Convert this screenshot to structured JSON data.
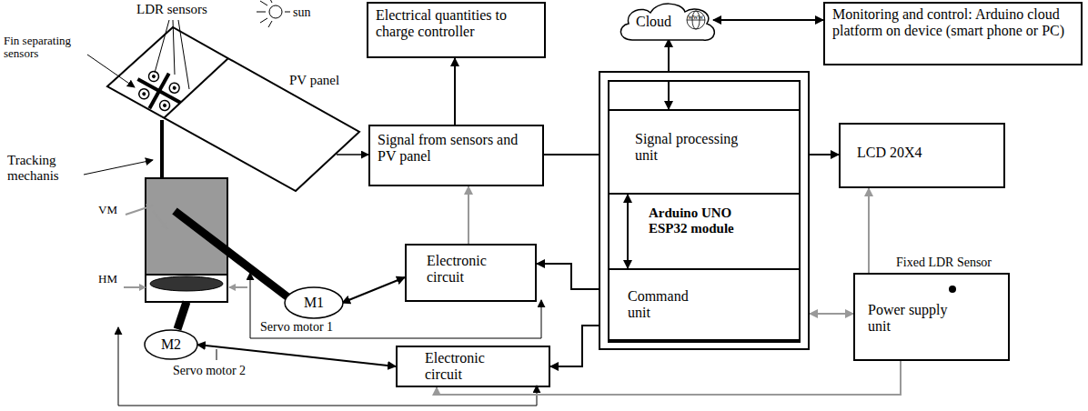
{
  "diagram": {
    "nodes": [
      {
        "text": [
          "Electrical quantities to charge controller"
        ]
      },
      {
        "text": [
          "Signal from sensors and PV panel"
        ]
      },
      {
        "text": [
          "Cloud"
        ]
      },
      {
        "text": [
          "Monitoring and control: Arduino cloud platform on device (smart phone or PC)"
        ]
      },
      {
        "text": [
          "Arduino UNO ESP32 module"
        ]
      },
      {
        "text": [
          "Signal processing unit"
        ],
        "in": 4
      },
      {
        "text": [
          "Command unit"
        ],
        "in": 4
      },
      {
        "text": [
          "LCD 20X4"
        ]
      },
      {
        "text": [
          "Electronic circuit"
        ]
      },
      {
        "text": [
          "Electronic circuit"
        ]
      },
      {
        "text": [
          "Power supply unit"
        ]
      },
      {
        "text": [
          "M1"
        ]
      },
      {
        "text": [
          "M2"
        ]
      }
    ],
    "edges": [
      {
        "from": 1,
        "to": 0,
        "arrow": "to"
      },
      {
        "from": 1,
        "to": 5,
        "arrow": "to"
      },
      {
        "from": 5,
        "to": 2,
        "arrow": "both"
      },
      {
        "from": 2,
        "to": 3,
        "arrow": "both"
      },
      {
        "from": 5,
        "to": 7,
        "arrow": "to"
      },
      {
        "from": 5,
        "to": 6,
        "arrow": "both"
      },
      {
        "from": 6,
        "to": 8,
        "arrow": "to"
      },
      {
        "from": 6,
        "to": 9,
        "arrow": "to"
      },
      {
        "from": 8,
        "to": 11,
        "arrow": "both"
      },
      {
        "from": 9,
        "to": 12,
        "arrow": "both"
      },
      {
        "from": 10,
        "to": 4,
        "arrow": "both"
      },
      {
        "from": 10,
        "to": 7,
        "arrow": "to"
      },
      {
        "from": 10,
        "to": 9,
        "arrow": "to"
      },
      {
        "from": 8,
        "to": 1,
        "arrow": "to"
      }
    ],
    "labels": [
      "LDR sensors",
      "sun",
      "Fin separating sensors",
      "PV panel",
      "Tracking mechanis",
      "VM",
      "HM",
      "Servo motor 1",
      "Servo motor 2",
      "Fixed LDR Sensor",
      "www"
    ]
  }
}
